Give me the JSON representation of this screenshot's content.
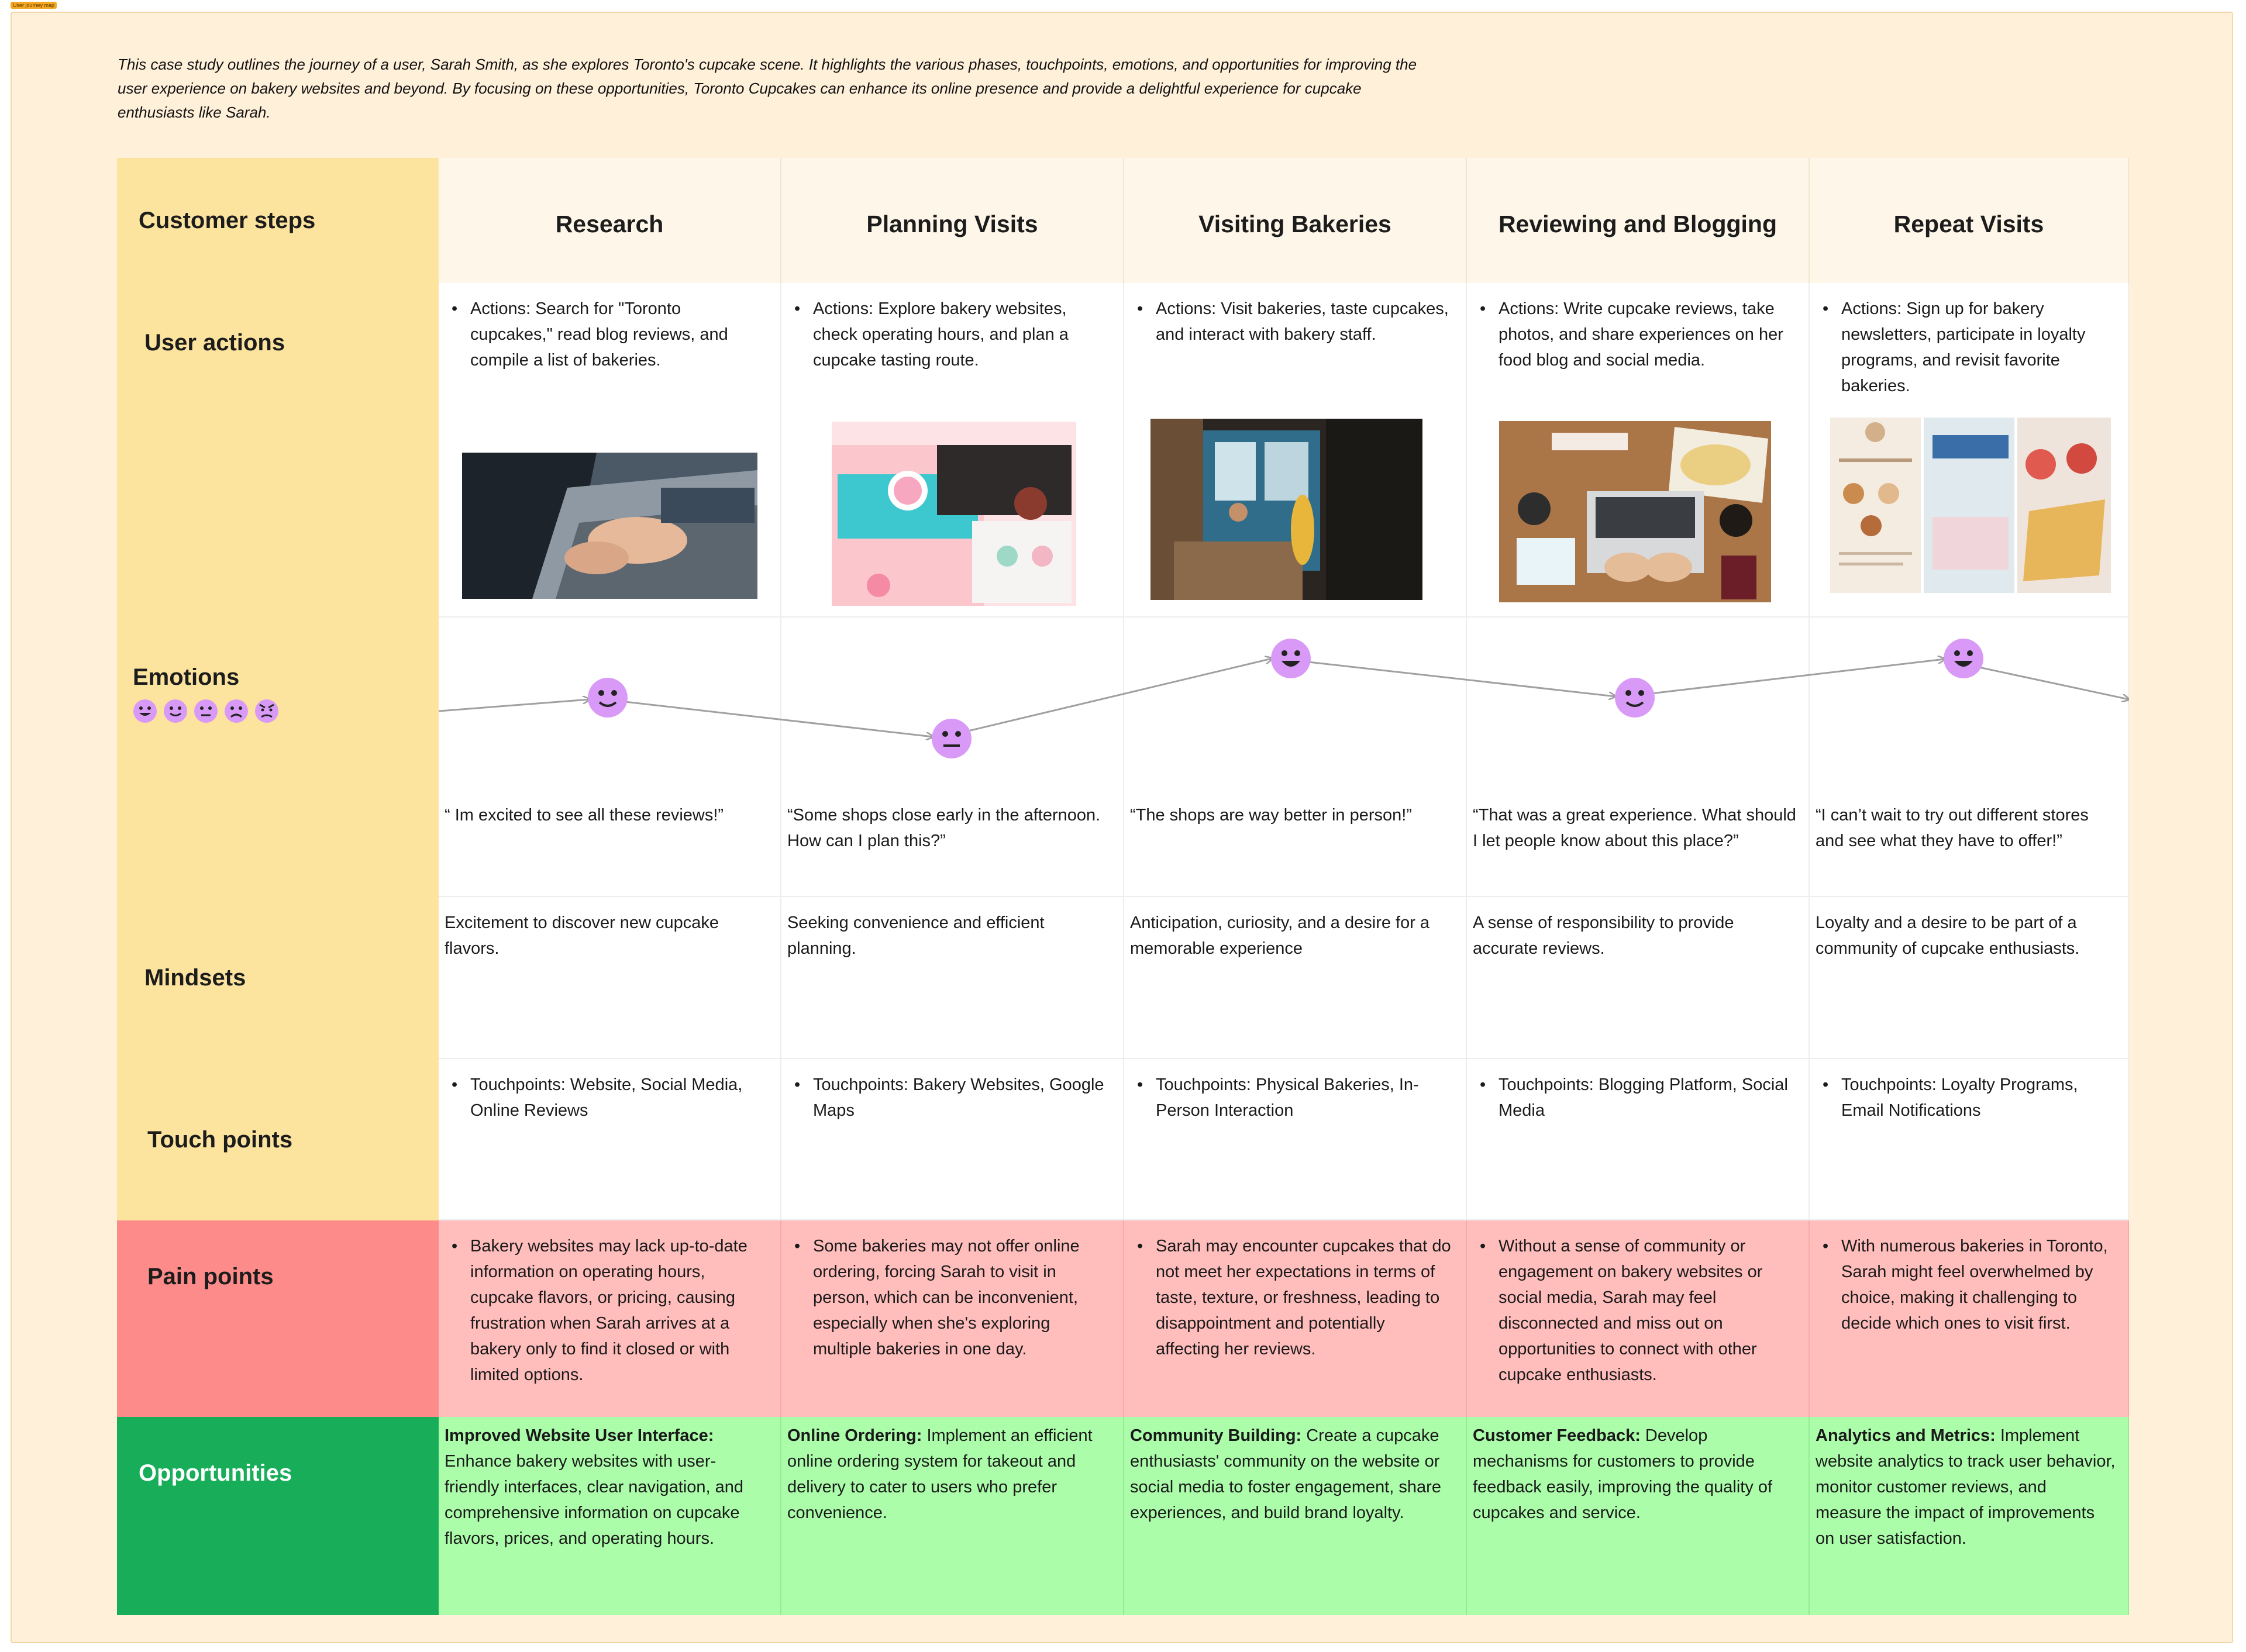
{
  "frame_label": "User journey map",
  "intro": "This case study outlines the journey of a user, Sarah Smith, as she explores Toronto's cupcake scene. It highlights the various phases, touchpoints, emotions, and opportunities for improving the user experience on bakery websites and beyond. By focusing on these opportunities, Toronto Cupcakes can enhance its online presence and provide a delightful experience for cupcake enthusiasts like Sarah.",
  "row_labels": {
    "steps": "Customer steps",
    "actions": "User actions",
    "emotions": "Emotions",
    "mindsets": "Mindsets",
    "touchpoints": "Touch points",
    "pain": "Pain points",
    "opportunities": "Opportunities"
  },
  "emotion_scale": [
    "very-happy-face-icon",
    "happy-face-icon",
    "neutral-face-icon",
    "sad-face-icon",
    "angry-face-icon"
  ],
  "colors": {
    "frame_bg": "#fff0da",
    "steps_col": "#fde49e",
    "pain": "#ffbdbc",
    "pain_head": "#fd8b89",
    "opp": "#abfdaa",
    "opp_head": "#17ad59",
    "emoji": "#d99af7"
  },
  "stages": [
    {
      "name": "Research",
      "action": "Actions: Search for \"Toronto cupcakes,\" read blog reviews, and compile a list of bakeries.",
      "emotion": "happy",
      "quote": "“ Im excited to see all these reviews!”",
      "mindset": "Excitement to discover new cupcake flavors.",
      "touchpoint": "Touchpoints: Website, Social Media, Online Reviews",
      "pain": "Bakery websites may lack up-to-date information on operating hours, cupcake flavors, or pricing, causing frustration when Sarah arrives at a bakery only to find it closed or with limited options.",
      "opp_title": "Improved Website User Interface:",
      "opp_text": " Enhance bakery websites with user-friendly interfaces, clear navigation, and comprehensive information on cupcake flavors, prices, and operating hours."
    },
    {
      "name": "Planning Visits",
      "action": "Actions: Explore bakery websites, check operating hours, and plan a cupcake tasting route.",
      "emotion": "neutral",
      "quote": "“Some shops close early in the afternoon. How can I plan this?”",
      "mindset": " Seeking convenience and efficient planning.",
      "touchpoint": "Touchpoints: Bakery Websites, Google Maps",
      "pain": "Some bakeries may not offer online ordering, forcing Sarah to visit in person, which can be inconvenient, especially when she's exploring multiple bakeries in one day.",
      "opp_title": "Online Ordering:",
      "opp_text": " Implement an efficient online ordering system for takeout and delivery to cater to users who prefer convenience."
    },
    {
      "name": "Visiting Bakeries",
      "action": "Actions: Visit bakeries, taste cupcakes, and interact with bakery staff.",
      "emotion": "very-happy",
      "quote": "“The shops are way better in person!”",
      "mindset": "Anticipation, curiosity, and a desire for a memorable experience",
      "touchpoint": "Touchpoints: Physical Bakeries, In-Person Interaction",
      "pain": "Sarah may encounter cupcakes that do not meet her expectations in terms of taste, texture, or freshness, leading to disappointment and potentially affecting her reviews.",
      "opp_title": "Community Building:",
      "opp_text": " Create a cupcake enthusiasts' community on the website or social media to foster engagement, share experiences, and build brand loyalty."
    },
    {
      "name": "Reviewing and Blogging",
      "action": "Actions: Write cupcake reviews, take photos, and share experiences on her food blog and social media.",
      "emotion": "happy",
      "quote": "“That was a great experience. What should I let people know about this place?”",
      "mindset": "A sense of responsibility to provide accurate reviews.",
      "touchpoint": "Touchpoints: Blogging Platform, Social Media",
      "pain": "Without a sense of community or engagement on bakery websites or social media, Sarah may feel disconnected and miss out on opportunities to connect with other cupcake enthusiasts.",
      "opp_title": "Customer Feedback:",
      "opp_text": " Develop mechanisms for customers to provide feedback easily, improving the quality of cupcakes and service."
    },
    {
      "name": "Repeat Visits",
      "action": "Actions: Sign up for bakery newsletters, participate in loyalty programs, and revisit favorite bakeries.",
      "emotion": "very-happy",
      "quote": "“I can’t wait to try out different stores and see what they have to offer!”",
      "mindset": "Loyalty and a desire to be part of a community of cupcake enthusiasts.",
      "touchpoint": "Touchpoints: Loyalty Programs, Email Notifications",
      "pain": "With numerous bakeries in Toronto, Sarah might feel overwhelmed by choice, making it challenging to decide which ones to visit first.",
      "opp_title": "Analytics and Metrics:",
      "opp_text": " Implement website analytics to track user behavior, monitor customer reviews, and measure the impact of improvements on user satisfaction."
    }
  ]
}
